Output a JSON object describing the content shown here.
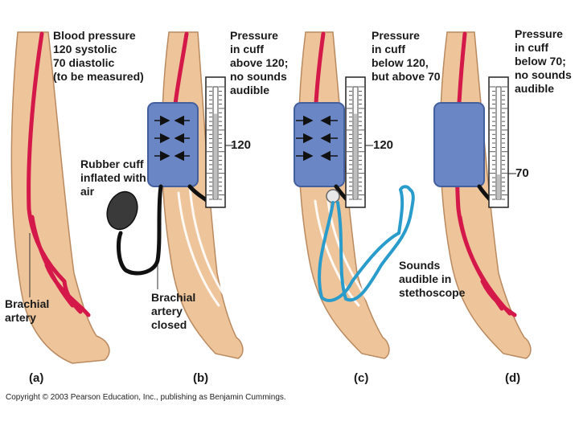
{
  "panels": {
    "a": {
      "letter": "(a)",
      "pressure_label": "Blood pressure\n120 systolic\n70 diastolic\n(to be measured)",
      "artery_label": "Brachial\nartery"
    },
    "b": {
      "letter": "(b)",
      "cuff_label": "Pressure\nin cuff\nabove 120;\nno sounds\naudible",
      "gauge_value": "120",
      "rubber_label": "Rubber cuff\ninflated with\nair",
      "artery_label": "Brachial\nartery\nclosed",
      "gauge_fill": 0.76
    },
    "c": {
      "letter": "(c)",
      "cuff_label": "Pressure\nin cuff\nbelow 120,\nbut above 70",
      "gauge_value": "120",
      "sounds_label": "Sounds\naudible in\nstethoscope",
      "gauge_fill": 0.76
    },
    "d": {
      "letter": "(d)",
      "cuff_label": "Pressure\nin cuff\nbelow 70;\nno sounds\naudible",
      "gauge_value": "70",
      "gauge_fill": 0.22
    }
  },
  "copyright": "Copyright © 2003 Pearson Education, Inc., publishing as Benjamin Cummings.",
  "colors": {
    "skin": "#eec49a",
    "skin_outline": "#b98a60",
    "artery": "#d4184a",
    "cuff": "#6a86c4",
    "cuff_dark": "#445f9e",
    "bulb": "#3a3a3a",
    "tube": "#111111",
    "stethoscope": "#2a9ccc",
    "mercury": "#bfbfbf"
  },
  "icons": [
    "arm",
    "artery",
    "pressure-cuff",
    "mercury-manometer",
    "rubber-bulb",
    "stethoscope",
    "pressure-arrow"
  ]
}
